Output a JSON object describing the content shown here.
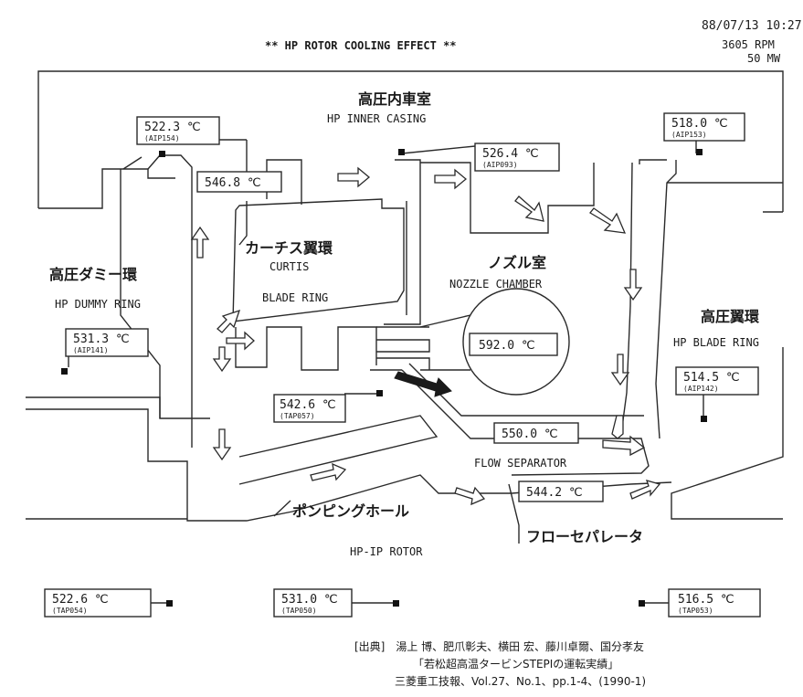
{
  "header": {
    "datetime": "88/07/13 10:27",
    "title": "** HP ROTOR COOLING EFFECT **",
    "rpm": "3605 RPM",
    "load": "50 MW"
  },
  "labels": {
    "inner_casing_jp": "高圧内車室",
    "inner_casing_en": "HP INNER CASING",
    "curtis_jp": "カーチス翼環",
    "curtis_en1": "CURTIS",
    "curtis_en2": "BLADE RING",
    "dummy_jp": "高圧ダミー環",
    "dummy_en": "HP DUMMY RING",
    "nozzle_jp": "ノズル室",
    "nozzle_en": "NOZZLE CHAMBER",
    "blade_jp": "高圧翼環",
    "blade_en": "HP BLADE RING",
    "flow_sep_en": "FLOW SEPARATOR",
    "flow_sep_jp": "フローセパレータ",
    "pumping_jp": "ポンピングホール",
    "rotor_en": "HP-IP ROTOR"
  },
  "measurements": {
    "aip154": {
      "value": "522.3 ℃",
      "tag": "(AIP154)"
    },
    "aip153": {
      "value": "518.0 ℃",
      "tag": "(AIP153)"
    },
    "aip093": {
      "value": "526.4 ℃",
      "tag": "(AIP093)"
    },
    "inlet": {
      "value": "546.8 ℃"
    },
    "aip141": {
      "value": "531.3 ℃",
      "tag": "(AIP141)"
    },
    "nozzle": {
      "value": "592.0 ℃"
    },
    "aip142": {
      "value": "514.5 ℃",
      "tag": "(AIP142)"
    },
    "tap057": {
      "value": "542.6 ℃",
      "tag": "(TAP057)"
    },
    "sep_upper": {
      "value": "550.0 ℃"
    },
    "sep_lower": {
      "value": "544.2 ℃"
    },
    "tap054": {
      "value": "522.6 ℃",
      "tag": "(TAP054)"
    },
    "tap050": {
      "value": "531.0 ℃",
      "tag": "(TAP050)"
    },
    "tap053": {
      "value": "516.5 ℃",
      "tag": "(TAP053)"
    }
  },
  "source": {
    "line1": "[出典]　湯上 博、肥爪彰夫、横田 宏、藤川卓爾、国分孝友",
    "line2": "「若松超高温タービンSTEPIの運転実績」",
    "line3": "三菱重工技報、Vol.27、No.1、pp.1-4、(1990-1)"
  },
  "colors": {
    "line": "#2a2a2a",
    "background": "#ffffff"
  }
}
